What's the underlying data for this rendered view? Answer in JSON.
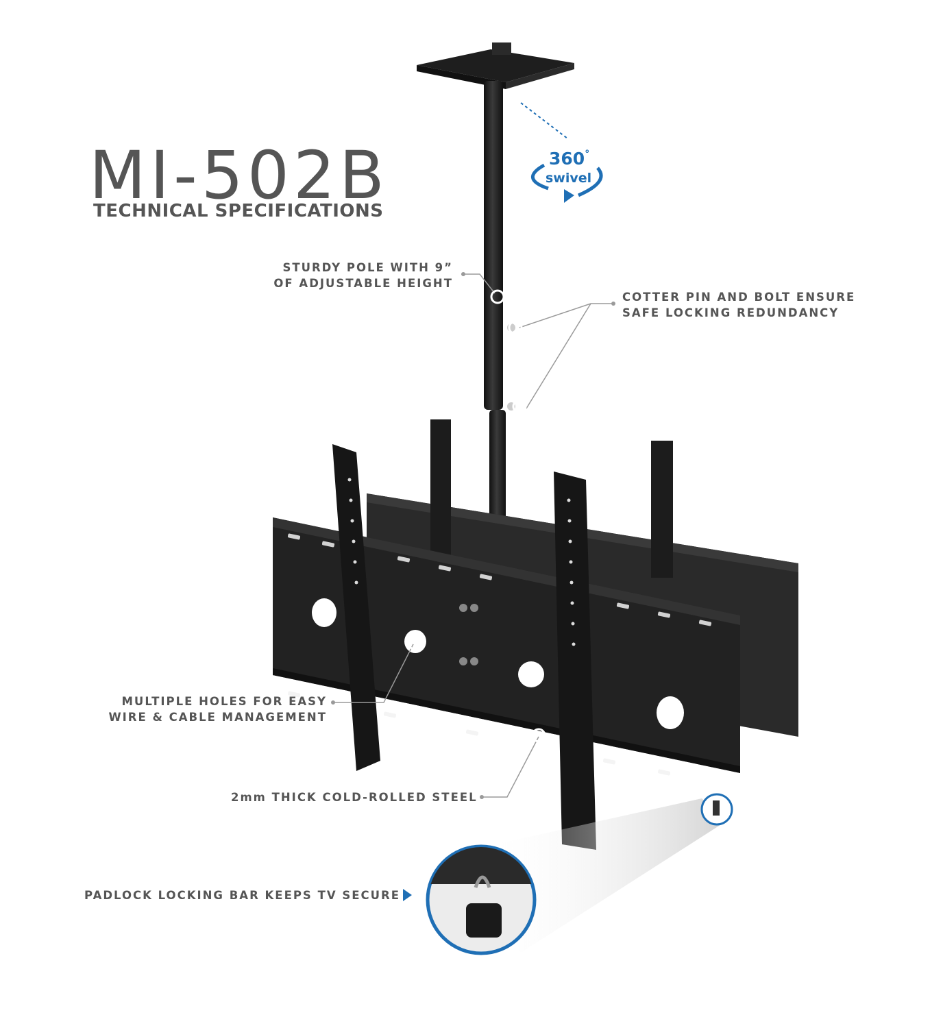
{
  "product": {
    "model": "MI-502B",
    "subtitle": "TECHNICAL SPECIFICATIONS"
  },
  "swivel": {
    "degrees": "360",
    "degree_symbol": "°",
    "label": "swivel"
  },
  "callouts": {
    "pole_line1": "STURDY POLE WITH 9”",
    "pole_line2": "OF ADJUSTABLE HEIGHT",
    "cotter_line1": "COTTER PIN AND BOLT ENSURE",
    "cotter_line2": "SAFE LOCKING REDUNDANCY",
    "holes_line1": "MULTIPLE HOLES FOR EASY",
    "holes_line2": "WIRE & CABLE MANAGEMENT",
    "steel": "2mm THICK COLD-ROLLED STEEL",
    "padlock": "PADLOCK LOCKING BAR KEEPS TV SECURE"
  },
  "colors": {
    "accent_blue": "#1f6fb5",
    "steel_black": "#222222",
    "text_gray": "#555555"
  }
}
